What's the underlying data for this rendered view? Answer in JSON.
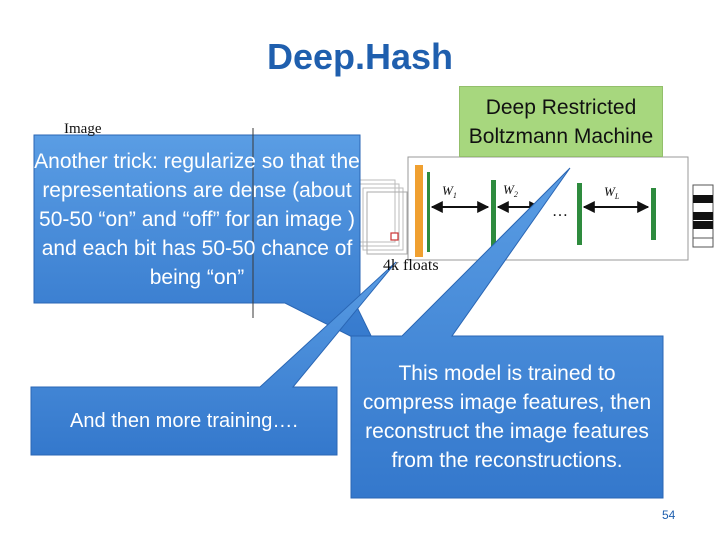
{
  "slide": {
    "title": "Deep.Hash",
    "image_label": "Image",
    "floats_label": "4k floats",
    "rbm_box": "Deep Restricted Boltzmann Machine",
    "callouts": {
      "trick": "Another trick: regularize so that the representations are dense (about 50-50 “on” and “off” for an image ) and each bit has 50-50 chance of being “on”",
      "training": "And then more training….",
      "model": "This model is trained to compress image features, then reconstruct the image features from the reconstructions."
    },
    "network": {
      "weights": [
        "W",
        "W",
        "W"
      ],
      "weight_subscripts": [
        "1",
        "2",
        "L"
      ],
      "ellipsis": "…"
    },
    "page_number": "54"
  },
  "colors": {
    "title": "#1f5fae",
    "callout_fill": "#4a8fdc",
    "rbm_box": "#a7d77e",
    "layer_orange": "#f0a030",
    "layer_green": "#2e8b3e"
  }
}
